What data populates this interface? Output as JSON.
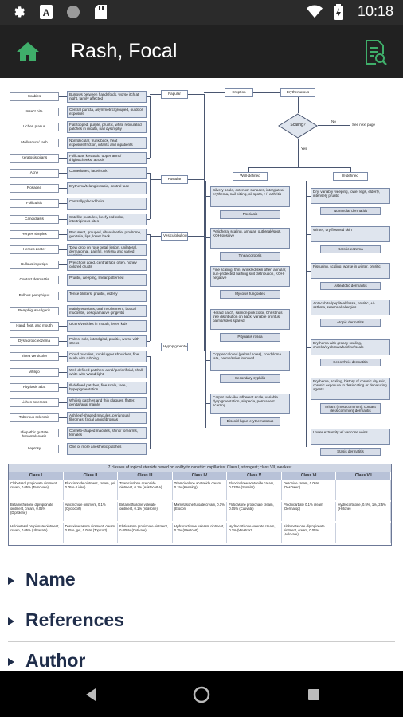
{
  "status_bar": {
    "time": "10:18",
    "icons": [
      "gear-icon",
      "android-a-icon",
      "circle-icon",
      "sd-card-icon",
      "wifi-icon",
      "battery-icon"
    ]
  },
  "app_bar": {
    "title": "Rash, Focal",
    "home_icon": "home-icon",
    "action_icon": "document-search-icon",
    "accent": "#3fae6a"
  },
  "diagram": {
    "left_boxes": [
      {
        "label": "Scabies",
        "desc": "Burrows between handsfolds, worse itch at night, family affected"
      },
      {
        "label": "Insect bite",
        "desc": "Central puncta, asymmetric/grouped, outdoor exposure"
      },
      {
        "label": "Lichen planus",
        "desc": "Flat-topped, purple, pruritic, white reticulated patches in mouth, nail dystrophy"
      },
      {
        "label": "Molluscum/ rash",
        "desc": "Nonfollicular, trunk/back, heat exposure/friction, infants and inpatients"
      },
      {
        "label": "Keratosis pilaris",
        "desc": "Follicular, keratotic, upper arms/ thighs/cheeks, atrosis"
      },
      {
        "label": "Acne",
        "desc": "Comedones, face/trunk"
      },
      {
        "label": "Rosacea",
        "desc": "Erythema/telangiectasia, central face"
      },
      {
        "label": "Folliculitis",
        "desc": "Centrally placed hairs"
      },
      {
        "label": "Candidiasis",
        "desc": "Satellite pustules, beefy red color, intertriginous sites"
      },
      {
        "label": "Herpes simplex",
        "desc": "Recurrent, grouped, ribsealnettle, prodrome, genitalia, lips, lower back"
      },
      {
        "label": "Herpes zoster",
        "desc": "'Dew drop on rose petal' lesion, unilateral, dermatomal, painful, enzisna and varied vesicles"
      },
      {
        "label": "Bullous impetigo",
        "desc": "Preschool aged, central face often, honey colored crusts"
      },
      {
        "label": "Contact dermatitis",
        "desc": "Pruritic, weeping, linear/patterned"
      },
      {
        "label": "Bullous pemphigus",
        "desc": "Tense blisters, pruritic, elderly"
      },
      {
        "label": "Pemphigus vulgaris",
        "desc": "Mainly erosions, oral involvement, buccal mucositis, desquamative gingivitis"
      },
      {
        "label": "Hand, foot, and mouth",
        "desc": "Ulcers/vesicles in mouth, fever, kids"
      },
      {
        "label": "Dyshidrotic eczema",
        "desc": "Palms, sole, interdigital, pruritic, worse with stress"
      },
      {
        "label": "Tinea versicolor",
        "desc": "Cloud macules, trunk/upper shoulders, fine scale with rubbing"
      },
      {
        "label": "Vitiligo",
        "desc": "Well-defined patches, acral/ periorificial, chalk white with Wood light"
      },
      {
        "label": "Pityriasis alba",
        "desc": "Ill-defined patches, fine scale, face, hypopigmentation"
      },
      {
        "label": "Lichen sclerosis",
        "desc": "Whitish patches and thin plaques, flatter, genital/anal mainly"
      },
      {
        "label": "Tuberous sclerosis",
        "desc": "Ash leaf-shaped macules, periungual fibromas, facial angiofibromas"
      },
      {
        "label": "Idiopathic guttate hypomelanosis",
        "desc": "Confetti-shaped macules, shins/ forearms, females"
      },
      {
        "label": "Leprosy",
        "desc": "One or more anesthetic patches"
      }
    ],
    "groups": [
      "Papular",
      "Pustular",
      "Vesiculobullous",
      "Hypopigmented"
    ],
    "top_nodes": {
      "eruption": "Eruption",
      "erythematous": "Erythematous",
      "scaling": "Scaling?",
      "no": "No",
      "yes": "Yes",
      "see_next": "See next page"
    },
    "well_defined": {
      "label": "Well-defined",
      "items": [
        {
          "desc": "Silvery scale, extensor surfaces, intergluteal erythema, nail pitting, oil spots, +/- arthritis",
          "dx": "Psoriasis"
        },
        {
          "desc": "Peripheral scaling, annular, outbreak/spot, KOH-positive",
          "dx": "Tinea corporis"
        },
        {
          "desc": "Fine scaling, thin, wrinkled skin often annular, sun-protected bathing suit distribution, KOH-negative",
          "dx": "Mycosis fungoides"
        },
        {
          "desc": "Herald patch, salmon-pink color, Christmas tree distribution on back, variable pruritus, palms/soles spared",
          "dx": "Pityriasis rosea"
        },
        {
          "desc": "Copper colored (palms/ soles), condyloma lata, palms/soles involved",
          "dx": "Secondary syphilis"
        },
        {
          "desc": "Carpet tack-like adherent scale, variable dyspigmentation, alopecia, permanent scarring",
          "dx": "Discoid lupus erythematosus"
        }
      ]
    },
    "ill_defined": {
      "label": "Ill-defined",
      "items": [
        {
          "desc": "Dry, variably weeping, lower legs, elderly, intensely pruritic",
          "dx": "Nummular dermatitis"
        },
        {
          "desc": "Winter, dry/fissured skin",
          "dx": "Xerotic eczema"
        },
        {
          "desc": "Fissuring, scaling, worse in winter, pruritic",
          "dx": "Asteatotic dermatitis"
        },
        {
          "desc": "Antecubital/popliteal fossa, pruritic, +/- asthma, seasonal allergies",
          "dx": "Atopic dermatitis"
        },
        {
          "desc": "Erythema with greasy scaling, cheeks/eyebrows/hairline/scalp",
          "dx": "Seborrheic dermatitis"
        },
        {
          "desc": "Erythema, scaling, history of chronic dry skin, chronic exposure to desiccating or denaturing agents",
          "dx": "Irritant (most common), contact (less common) dermatitis"
        },
        {
          "desc": "Lower extremity w/ varicose veins",
          "dx": "Stasis dermatitis"
        }
      ]
    }
  },
  "steroid_table": {
    "caption": "7 classes of topical steroids based on ability to constrict capillaries; Class I, strongest; class VII, weakest",
    "headers": [
      "Class I",
      "Class II",
      "Class III",
      "Class IV",
      "Class V",
      "Class VI",
      "Class VII"
    ],
    "rows": [
      [
        "Clobetasol propionate ointment, cream, 0.05% (Temovate)",
        "Fluocinonide ointment, cream, gel 0.05% (Lidex)",
        "Triamcinolone acetonide ointment, 0.1% (Aristocort A)",
        "Triamcinolone acetonide cream, 0.1% (Kenalog)",
        "Fluocinolone acetonide cream, 0.025% (Synalar)",
        "Desonide cream, 0.05% (DesOwen)",
        ""
      ],
      [
        "Betamethasone dipropionate ointment, cream, 0.05% (Diprolene)",
        "Amcinonide ointment, 0.1% (Cyclocort)",
        "Betamethasone valerate ointment, 0.1% (Valisone)",
        "Mometasone furoate cream, 0.1% (Elocon)",
        "Fluticasone propionate cream, 0.05% (Cutivate)",
        "Prednicarbate 0.1% cream (Dermatop)",
        "Hydrocortisone, 0.5%, 1%, 2.5% (Hytone)"
      ],
      [
        "Halobetasol propionate ointment, cream, 0.05% (Ultravate)",
        "Desoximetasone ointment, cream, 0.25%, gel, 0.05% (Topicort)",
        "Fluticasone propionate ointment, 0.005% (Cutivate)",
        "Hydrocortisone valerate ointment, 0.2% (Westcort)",
        "Hydrocortisone valerate cream, 0.2% (Westcort)",
        "Alclometasone dipropionate ointment, cream, 0.05% (Aclovate)",
        ""
      ]
    ]
  },
  "sections": [
    {
      "label": "Name"
    },
    {
      "label": "References"
    },
    {
      "label": "Author"
    }
  ],
  "nav_bar": {
    "icons": [
      "back-icon",
      "home-circle-icon",
      "recents-icon"
    ]
  }
}
